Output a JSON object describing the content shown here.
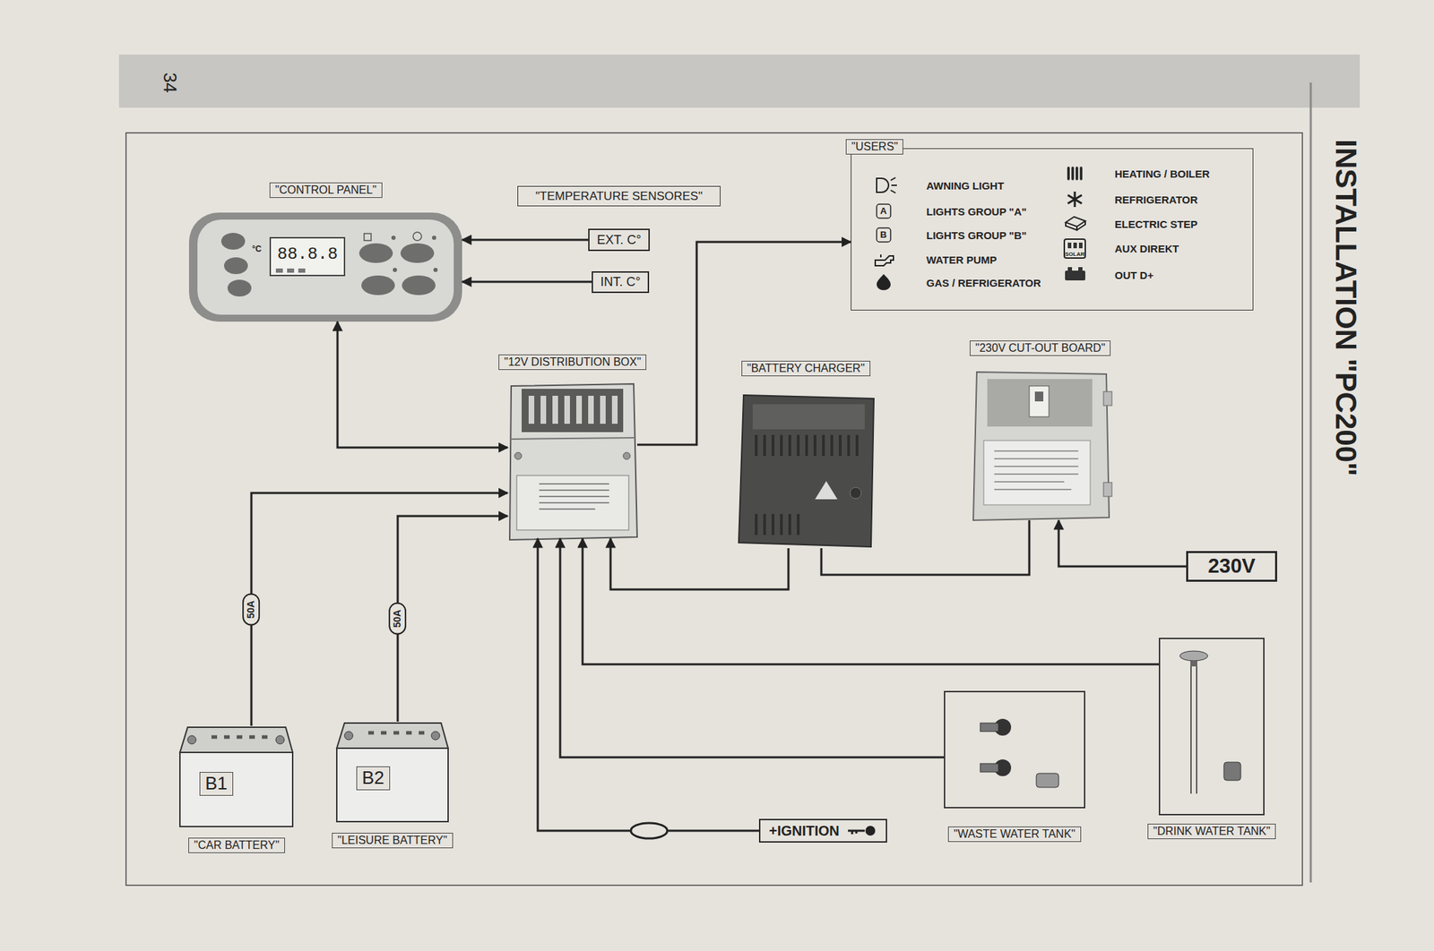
{
  "diagram": {
    "title": "INSTALLATION \"PC200\"",
    "nodes": [
      {
        "text": [
          "\"CONTROL PANEL\""
        ]
      },
      {
        "text": [
          "\"TEMPERATURE SENSORES\""
        ]
      },
      {
        "text": [
          "EXT. C°"
        ]
      },
      {
        "text": [
          "INT. C°"
        ]
      },
      {
        "text": [
          "\"USERS\"",
          "AWNING LIGHT",
          "LIGHTS GROUP \"A\"",
          "LIGHTS GROUP \"B\"",
          "WATER PUMP",
          "GAS / REFRIGERATOR",
          "HEATING / BOILER",
          "REFRIGERATOR",
          "ELECTRIC STEP",
          "AUX DIREKT",
          "OUT D+"
        ]
      },
      {
        "text": [
          "\"12V DISTRIBUTION BOX\""
        ]
      },
      {
        "text": [
          "\"BATTERY CHARGER\""
        ]
      },
      {
        "text": [
          "\"230V CUT-OUT BOARD\""
        ]
      },
      {
        "text": [
          "230V"
        ]
      },
      {
        "text": [
          "B1",
          "\"CAR BATTERY\""
        ]
      },
      {
        "text": [
          "B2",
          "\"LEISURE BATTERY\""
        ]
      },
      {
        "text": [
          "+IGNITION"
        ]
      },
      {
        "text": [
          "\"WASTE WATER TANK\""
        ]
      },
      {
        "text": [
          "\"DRINK WATER TANK\""
        ]
      }
    ],
    "edges": [
      {
        "from": 2,
        "to": 0,
        "arrow": "to"
      },
      {
        "from": 3,
        "to": 0,
        "arrow": "to"
      },
      {
        "from": 5,
        "to": 0,
        "arrow": "both"
      },
      {
        "from": 5,
        "to": 4,
        "arrow": "to"
      },
      {
        "from": 9,
        "to": 5,
        "label": "50A",
        "arrow": "to"
      },
      {
        "from": 10,
        "to": 5,
        "label": "50A",
        "arrow": "to"
      },
      {
        "from": 6,
        "to": 5,
        "arrow": "to"
      },
      {
        "from": 7,
        "to": 6,
        "arrow": "none"
      },
      {
        "from": 8,
        "to": 7,
        "arrow": "to"
      },
      {
        "from": 13,
        "to": 5,
        "arrow": "to"
      },
      {
        "from": 12,
        "to": 5,
        "arrow": "to"
      },
      {
        "from": 11,
        "to": 5,
        "arrow": "to"
      }
    ],
    "labels": [
      "34",
      "°C",
      "88.8.8",
      "A",
      "B",
      "SOLAR"
    ]
  }
}
